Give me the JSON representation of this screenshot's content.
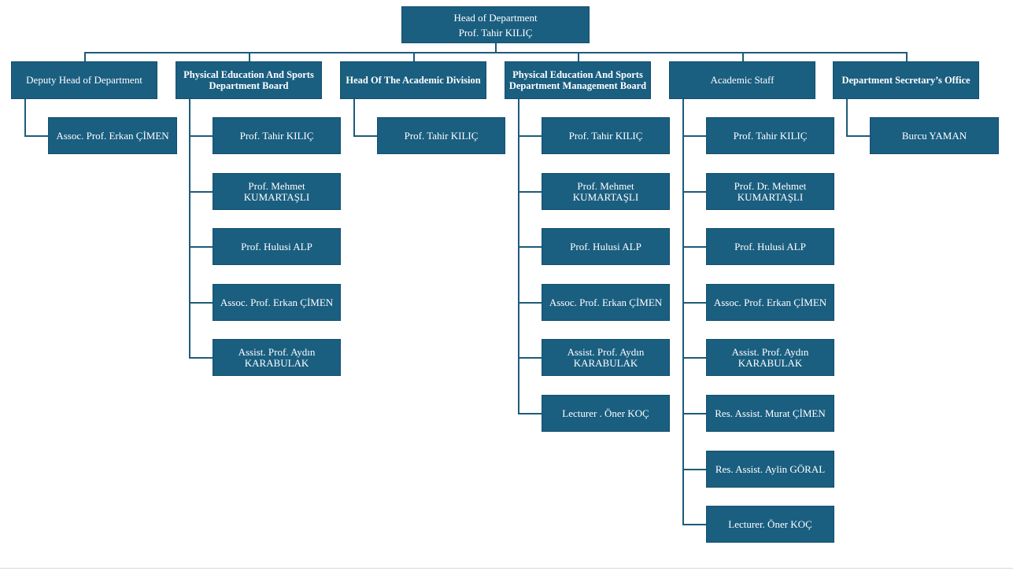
{
  "root": {
    "title": "Head of Department",
    "name": "Prof. Tahir KILIÇ"
  },
  "units": [
    {
      "title": "Deputy Head of Department",
      "members": [
        "Assoc. Prof. Erkan ÇİMEN"
      ]
    },
    {
      "title": "Physical Education And Sports Department Board",
      "members": [
        "Prof. Tahir KILIÇ",
        "Prof. Mehmet KUMARTAŞLI",
        "Prof. Hulusi ALP",
        "Assoc. Prof. Erkan ÇİMEN",
        "Assist. Prof. Aydın KARABULAK"
      ]
    },
    {
      "title": "Head Of The Academic Division",
      "members": [
        "Prof. Tahir KILIÇ"
      ]
    },
    {
      "title": "Physical Education And Sports Department Management Board",
      "members": [
        "Prof. Tahir KILIÇ",
        "Prof. Mehmet KUMARTAŞLI",
        "Prof. Hulusi ALP",
        "Assoc. Prof. Erkan ÇİMEN",
        "Assist. Prof. Aydın KARABULAK",
        "Lecturer . Öner KOÇ"
      ]
    },
    {
      "title": "Academic Staff",
      "members": [
        "Prof. Tahir KILIÇ",
        "Prof. Dr. Mehmet KUMARTAŞLI",
        "Prof. Hulusi ALP",
        "Assoc. Prof. Erkan ÇİMEN",
        "Assist. Prof. Aydın KARABULAK",
        "Res. Assist. Murat ÇİMEN",
        "Res. Assist. Aylin GÖRAL",
        "Lecturer. Öner KOÇ"
      ]
    },
    {
      "title": "Department Secretary’s Office",
      "members": [
        "Burcu YAMAN"
      ]
    }
  ],
  "colors": {
    "box_fill": "#1a5e80",
    "connector": "#1e5b79",
    "text": "#ffffff"
  }
}
